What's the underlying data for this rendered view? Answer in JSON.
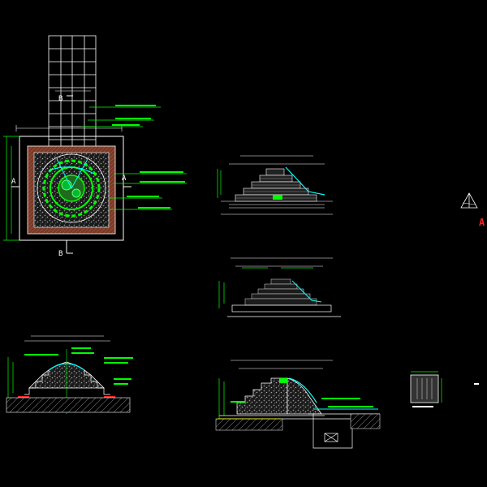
{
  "labels": {
    "section_b_top": "B",
    "section_b_bottom": "B",
    "section_a_left": "A",
    "section_a_right": "A",
    "north_arrow_mark": "A"
  },
  "colors": {
    "background": "#000000",
    "line_white": "#ffffff",
    "line_green": "#00ff00",
    "line_cyan": "#00ffff",
    "line_red": "#ff2020",
    "line_yellow": "#ffff00",
    "fill_brown": "#7a3a28",
    "fill_gray": "#777777"
  },
  "icons": {
    "north_arrow": "north-arrow-icon"
  }
}
